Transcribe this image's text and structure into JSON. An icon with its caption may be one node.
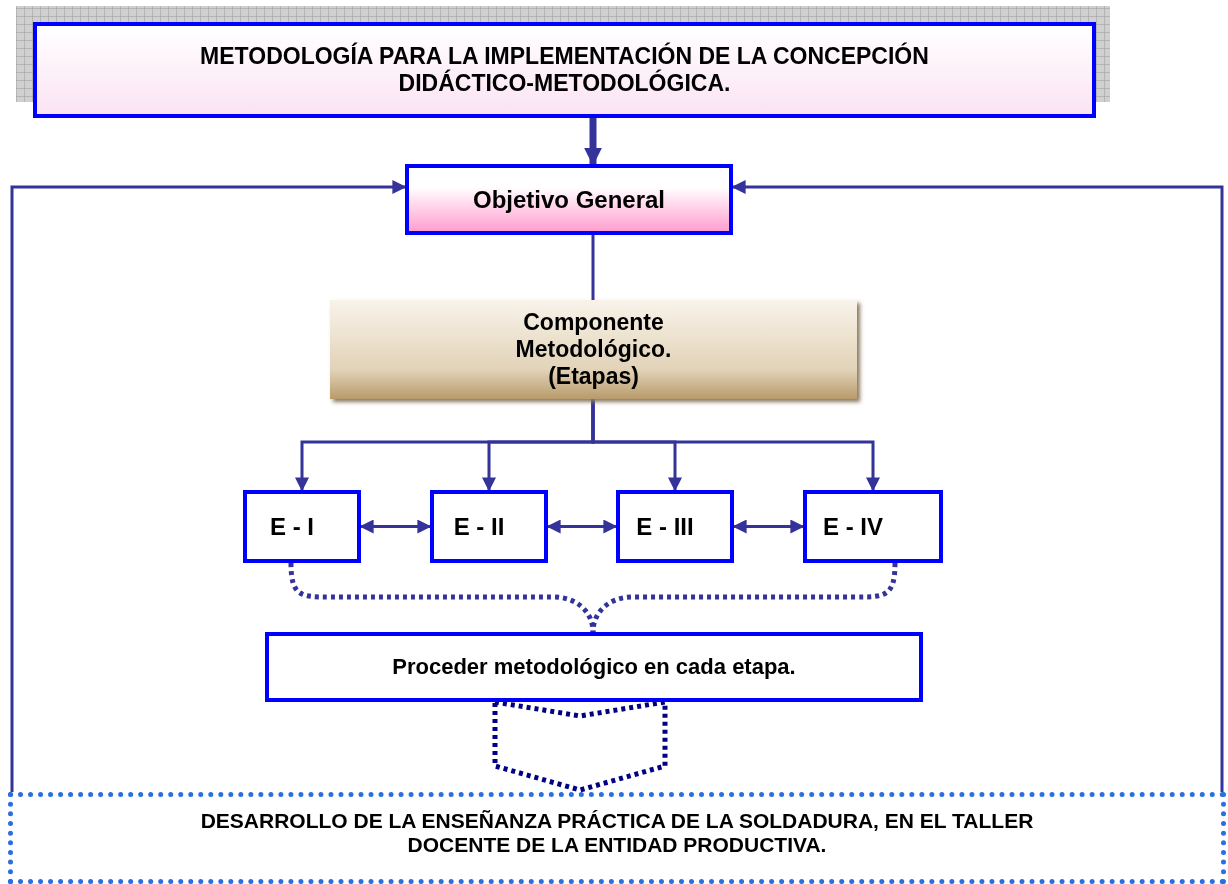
{
  "diagram": {
    "nodes": [
      {
        "text": [
          "METODOLOGÍA PARA LA IMPLEMENTACIÓN DE LA CONCEPCIÓN DIDÁCTICO-METODOLÓGICA."
        ]
      },
      {
        "text": [
          "Objetivo General"
        ]
      },
      {
        "text": [
          "Componente Metodológico. (Etapas)"
        ]
      },
      {
        "text": [
          "E - I"
        ]
      },
      {
        "text": [
          "E - II"
        ]
      },
      {
        "text": [
          "E - III"
        ]
      },
      {
        "text": [
          "E - IV"
        ]
      },
      {
        "text": [
          "Proceder metodológico en cada etapa."
        ]
      },
      {
        "text": [
          "DESARROLLO DE LA ENSEÑANZA PRÁCTICA DE LA SOLDADURA, EN EL TALLER DOCENTE DE LA ENTIDAD PRODUCTIVA."
        ]
      }
    ],
    "edges": [
      {
        "from": 0,
        "to": 1,
        "arrow": "to",
        "style": "thick"
      },
      {
        "from": 1,
        "to": 2,
        "arrow": "none"
      },
      {
        "from": 2,
        "to": 3,
        "arrow": "to"
      },
      {
        "from": 2,
        "to": 4,
        "arrow": "to"
      },
      {
        "from": 2,
        "to": 5,
        "arrow": "to"
      },
      {
        "from": 2,
        "to": 6,
        "arrow": "to"
      },
      {
        "from": 3,
        "to": 4,
        "arrow": "both"
      },
      {
        "from": 4,
        "to": 5,
        "arrow": "both"
      },
      {
        "from": 5,
        "to": 6,
        "arrow": "both"
      },
      {
        "from": 3,
        "to": 7,
        "arrow": "none",
        "style": "dashed"
      },
      {
        "from": 6,
        "to": 7,
        "arrow": "none",
        "style": "dashed"
      },
      {
        "from": 7,
        "to": 8,
        "arrow": "to",
        "style": "dashed",
        "color": "#000080"
      },
      {
        "from": 8,
        "to": 1,
        "arrow": "to"
      },
      {
        "from": 8,
        "to": 1,
        "arrow": "to"
      }
    ]
  }
}
